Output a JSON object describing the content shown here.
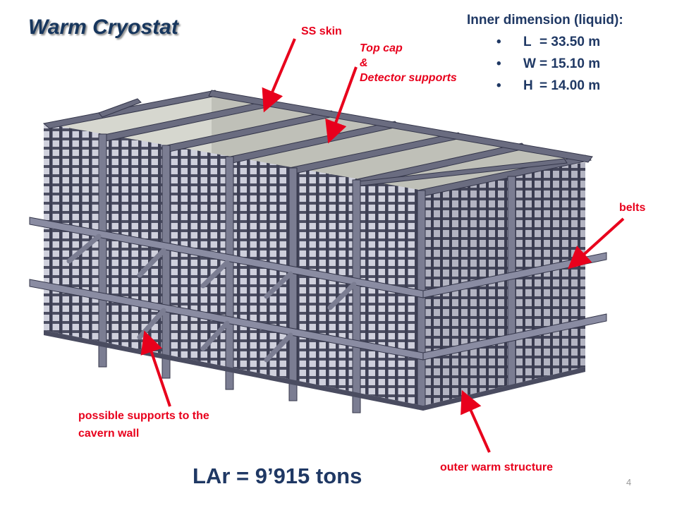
{
  "title": "Warm Cryostat",
  "inner_dimension": {
    "heading": "Inner dimension (liquid):",
    "items": [
      {
        "label": "L",
        "value": "= 33.50 m"
      },
      {
        "label": "W",
        "value": "= 15.10 m"
      },
      {
        "label": "H",
        "value": "= 14.00 m"
      }
    ]
  },
  "labels": {
    "ss_skin": "SS skin",
    "top_cap_line1": "Top cap",
    "top_cap_line2": "&",
    "top_cap_line3": "Detector supports",
    "belts": "belts",
    "supports_line1": "possible supports to the",
    "supports_line2": "cavern wall",
    "outer_structure": "outer warm structure"
  },
  "lar": "LAr = 9’915 tons",
  "page_number": "4",
  "colors": {
    "title": "#17365d",
    "dimensions_text": "#1f3864",
    "annotation": "#e8001c",
    "structure": "#5a5c70",
    "structure_dark": "#34364a",
    "skin": "#c2c3bb"
  }
}
